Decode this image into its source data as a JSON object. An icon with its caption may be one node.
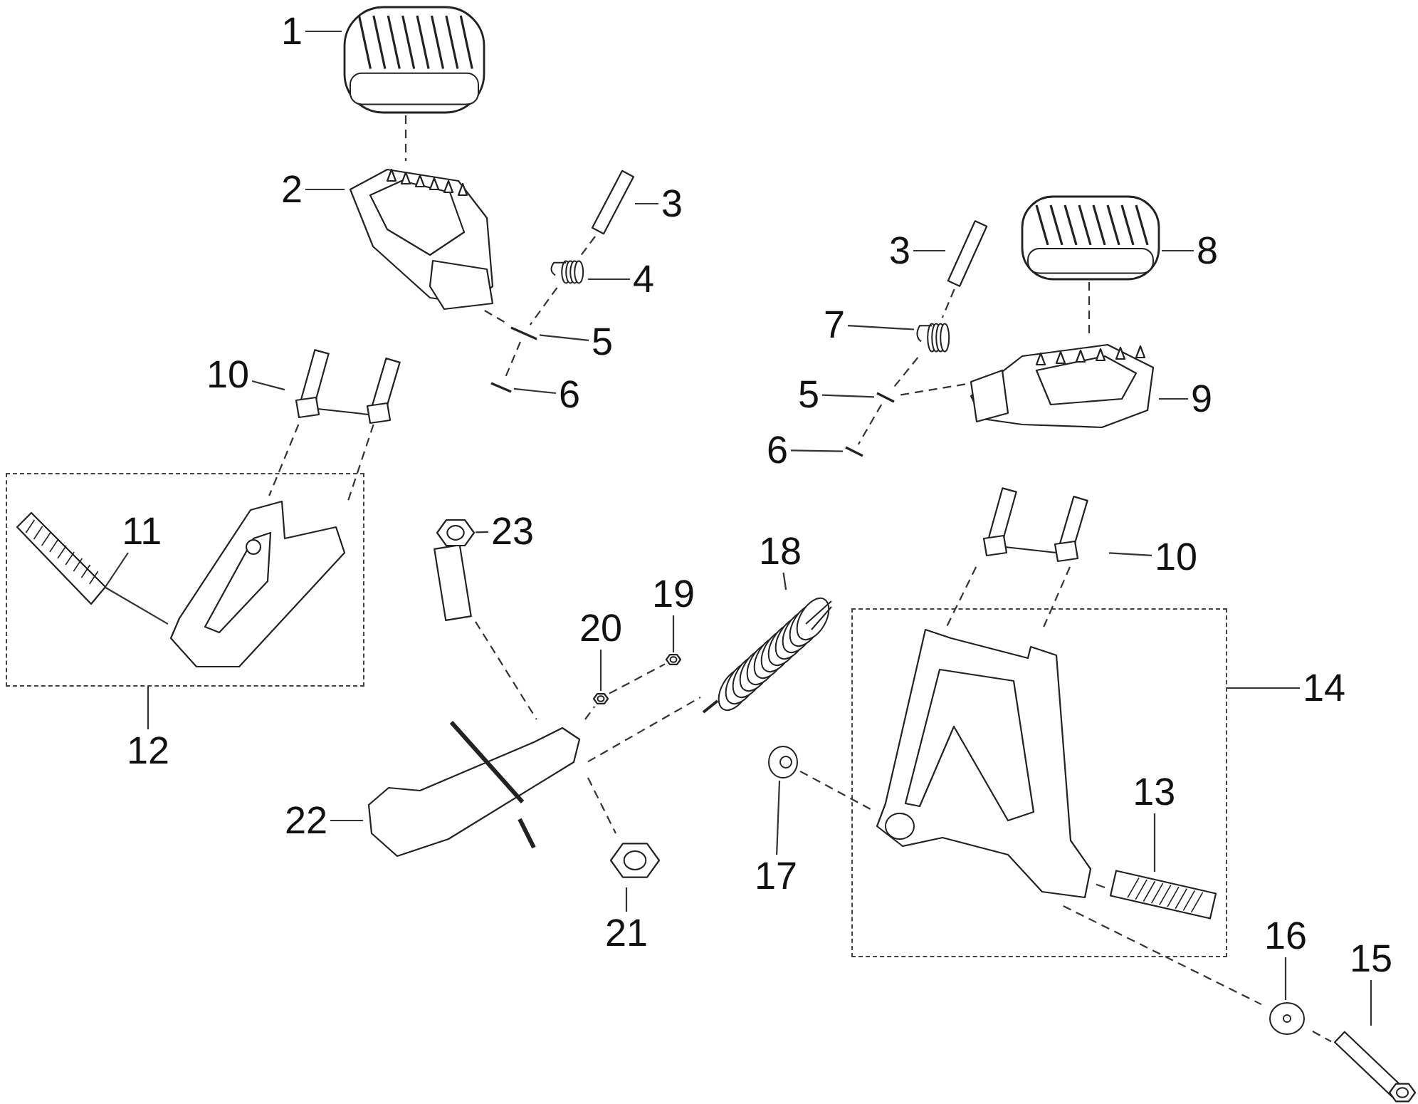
{
  "diagram": {
    "nodes": [
      {
        "text": [
          "1"
        ]
      },
      {
        "text": [],
        "shape": "picture"
      },
      {
        "text": [
          "2"
        ]
      },
      {
        "text": [],
        "shape": "picture"
      },
      {
        "text": [
          "3"
        ]
      },
      {
        "text": [],
        "shape": "picture"
      },
      {
        "text": [
          "4"
        ]
      },
      {
        "text": [],
        "shape": "picture"
      },
      {
        "text": [
          "5"
        ]
      },
      {
        "text": [],
        "shape": "picture"
      },
      {
        "text": [
          "6"
        ]
      },
      {
        "text": [],
        "shape": "picture"
      },
      {
        "text": [
          "3"
        ]
      },
      {
        "text": [],
        "shape": "picture"
      },
      {
        "text": [
          "8"
        ]
      },
      {
        "text": [],
        "shape": "picture"
      },
      {
        "text": [
          "7"
        ]
      },
      {
        "text": [],
        "shape": "picture"
      },
      {
        "text": [
          "5"
        ]
      },
      {
        "text": [],
        "shape": "picture"
      },
      {
        "text": [
          "9"
        ]
      },
      {
        "text": [],
        "shape": "picture"
      },
      {
        "text": [
          "6"
        ]
      },
      {
        "text": [],
        "shape": "picture"
      },
      {
        "text": [
          "10"
        ]
      },
      {
        "text": [],
        "shape": "picture"
      },
      {
        "text": [],
        "shape": "box"
      },
      {
        "text": [
          "11"
        ],
        "in": 26
      },
      {
        "text": [],
        "shape": "picture",
        "in": 26
      },
      {
        "text": [],
        "shape": "picture",
        "in": 26
      },
      {
        "text": [
          "12"
        ]
      },
      {
        "text": [
          "23"
        ]
      },
      {
        "text": [],
        "shape": "picture"
      },
      {
        "text": [
          "18"
        ]
      },
      {
        "text": [],
        "shape": "picture"
      },
      {
        "text": [
          "19"
        ]
      },
      {
        "text": [],
        "shape": "picture"
      },
      {
        "text": [
          "20"
        ]
      },
      {
        "text": [],
        "shape": "picture"
      },
      {
        "text": [
          "22"
        ]
      },
      {
        "text": [],
        "shape": "picture"
      },
      {
        "text": [
          "21"
        ]
      },
      {
        "text": [],
        "shape": "picture"
      },
      {
        "text": [
          "17"
        ]
      },
      {
        "text": [],
        "shape": "picture"
      },
      {
        "text": [
          "10"
        ]
      },
      {
        "text": [],
        "shape": "picture"
      },
      {
        "text": [],
        "shape": "box"
      },
      {
        "text": [],
        "shape": "picture",
        "in": 47
      },
      {
        "text": [
          "13"
        ],
        "in": 47
      },
      {
        "text": [],
        "shape": "picture",
        "in": 47
      },
      {
        "text": [
          "14"
        ]
      },
      {
        "text": [
          "16"
        ]
      },
      {
        "text": [],
        "shape": "picture"
      },
      {
        "text": [
          "15"
        ]
      },
      {
        "text": [],
        "shape": "picture"
      }
    ],
    "edges": [
      {
        "from": 0,
        "to": 1,
        "arrow": "none"
      },
      {
        "from": 2,
        "to": 3,
        "arrow": "none"
      },
      {
        "from": 4,
        "to": 5,
        "arrow": "none"
      },
      {
        "from": 6,
        "to": 7,
        "arrow": "none"
      },
      {
        "from": 8,
        "to": 9,
        "arrow": "none"
      },
      {
        "from": 10,
        "to": 11,
        "arrow": "none"
      },
      {
        "from": 12,
        "to": 13,
        "arrow": "none"
      },
      {
        "from": 14,
        "to": 15,
        "arrow": "none"
      },
      {
        "from": 16,
        "to": 17,
        "arrow": "none"
      },
      {
        "from": 18,
        "to": 19,
        "arrow": "none"
      },
      {
        "from": 20,
        "to": 21,
        "arrow": "none"
      },
      {
        "from": 22,
        "to": 23,
        "arrow": "none"
      },
      {
        "from": 24,
        "to": 25,
        "arrow": "none"
      },
      {
        "from": 27,
        "to": 28,
        "arrow": "none"
      },
      {
        "from": 30,
        "to": 26,
        "arrow": "none"
      },
      {
        "from": 31,
        "to": 32,
        "arrow": "none"
      },
      {
        "from": 33,
        "to": 34,
        "arrow": "none"
      },
      {
        "from": 35,
        "to": 36,
        "arrow": "none"
      },
      {
        "from": 37,
        "to": 38,
        "arrow": "none"
      },
      {
        "from": 39,
        "to": 40,
        "arrow": "none"
      },
      {
        "from": 41,
        "to": 42,
        "arrow": "none"
      },
      {
        "from": 43,
        "to": 44,
        "arrow": "none"
      },
      {
        "from": 45,
        "to": 46,
        "arrow": "none"
      },
      {
        "from": 49,
        "to": 50,
        "arrow": "none"
      },
      {
        "from": 51,
        "to": 47,
        "arrow": "none"
      },
      {
        "from": 52,
        "to": 53,
        "arrow": "none"
      },
      {
        "from": 54,
        "to": 55,
        "arrow": "none"
      },
      {
        "from": 1,
        "to": 3,
        "arrow": "none",
        "style": "dashed"
      },
      {
        "from": 3,
        "to": 9,
        "arrow": "none",
        "style": "dashed"
      },
      {
        "from": 5,
        "to": 7,
        "arrow": "none",
        "style": "dashed"
      },
      {
        "from": 7,
        "to": 9,
        "arrow": "none",
        "style": "dashed"
      },
      {
        "from": 9,
        "to": 11,
        "arrow": "none",
        "style": "dashed"
      },
      {
        "from": 15,
        "to": 21,
        "arrow": "none",
        "style": "dashed"
      },
      {
        "from": 13,
        "to": 17,
        "arrow": "none",
        "style": "dashed"
      },
      {
        "from": 17,
        "to": 19,
        "arrow": "none",
        "style": "dashed"
      },
      {
        "from": 19,
        "to": 23,
        "arrow": "none",
        "style": "dashed"
      },
      {
        "from": 21,
        "to": 19,
        "arrow": "none",
        "style": "dashed"
      },
      {
        "from": 25,
        "to": 29,
        "arrow": "none",
        "style": "dashed"
      },
      {
        "from": 25,
        "to": 29,
        "arrow": "none",
        "style": "dashed"
      },
      {
        "from": 28,
        "to": 29,
        "arrow": "none"
      },
      {
        "from": 32,
        "to": 40,
        "arrow": "none",
        "style": "dashed"
      },
      {
        "from": 40,
        "to": 42,
        "arrow": "none",
        "style": "dashed"
      },
      {
        "from": 40,
        "to": 38,
        "arrow": "none",
        "style": "dashed"
      },
      {
        "from": 38,
        "to": 36,
        "arrow": "none",
        "style": "dashed"
      },
      {
        "from": 40,
        "to": 34,
        "arrow": "none",
        "style": "dashed"
      },
      {
        "from": 44,
        "to": 48,
        "arrow": "none",
        "style": "dashed"
      },
      {
        "from": 48,
        "to": 53,
        "arrow": "none",
        "style": "dashed"
      },
      {
        "from": 53,
        "to": 55,
        "arrow": "none",
        "style": "dashed"
      },
      {
        "from": 46,
        "to": 48,
        "arrow": "none",
        "style": "dashed"
      },
      {
        "from": 46,
        "to": 48,
        "arrow": "none",
        "style": "dashed"
      },
      {
        "from": 50,
        "to": 48,
        "arrow": "none"
      }
    ]
  }
}
